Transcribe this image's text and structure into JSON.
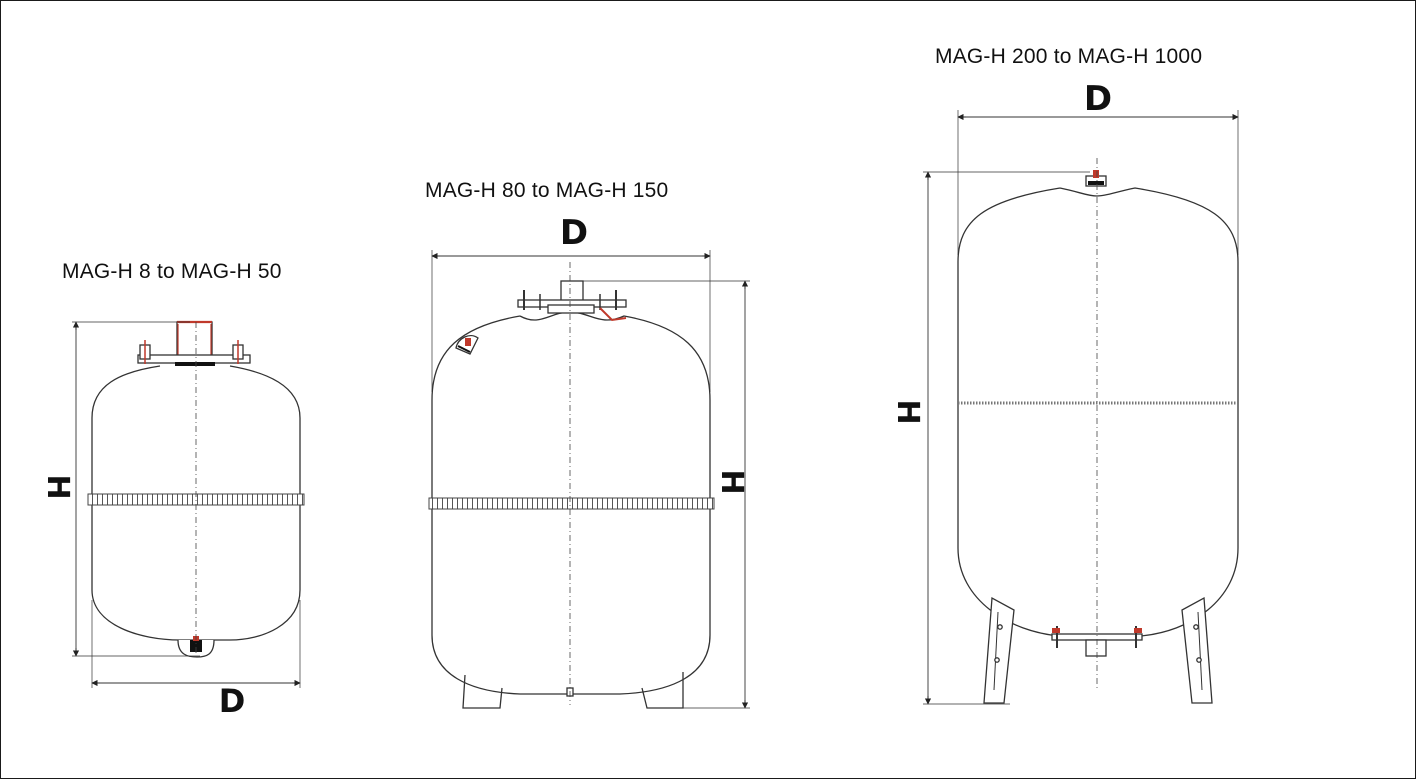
{
  "labels": {
    "small": "MAG-H 8 to MAG-H 50",
    "medium": "MAG-H 80 to MAG-H 150",
    "large": "MAG-H 200 to MAG-H 1000"
  },
  "dimensions": {
    "diameter": "D",
    "height": "H"
  },
  "colors": {
    "line": "#333333",
    "valve_accent": "#c0392b"
  }
}
